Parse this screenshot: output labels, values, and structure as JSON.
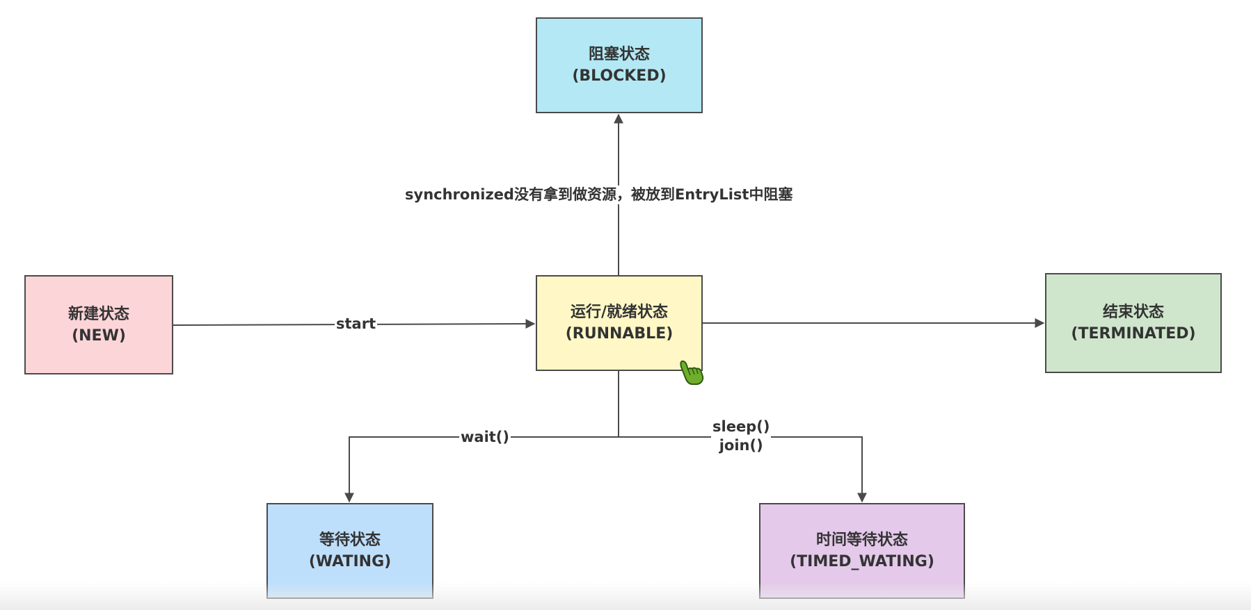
{
  "nodes": {
    "blocked": {
      "title": "阻塞状态",
      "subtitle": "(BLOCKED)",
      "color": "#b3e8f4"
    },
    "new": {
      "title": "新建状态",
      "subtitle": "(NEW)",
      "color": "#fcd5d8"
    },
    "runnable": {
      "title": "运行/就绪状态",
      "subtitle": "(RUNNABLE)",
      "color": "#fff8c6"
    },
    "terminated": {
      "title": "结束状态",
      "subtitle": "(TERMINATED)",
      "color": "#cfe6cc"
    },
    "waiting": {
      "title": "等待状态",
      "subtitle": "(WATING)",
      "color": "#bedffb"
    },
    "timed_waiting": {
      "title": "时间等待状态",
      "subtitle": "(TIMED_WATING)",
      "color": "#e4c9ea"
    }
  },
  "edges": {
    "start": "start",
    "blocked": "synchronized没有拿到做资源，被放到EntryList中阻塞",
    "wait": "wait()",
    "sleep": "sleep()",
    "join": "join()"
  },
  "colors": {
    "stroke": "#4a4a4a",
    "cursor": "#6fae2b"
  },
  "icons": {
    "cursor": "hand-pointer-icon"
  }
}
